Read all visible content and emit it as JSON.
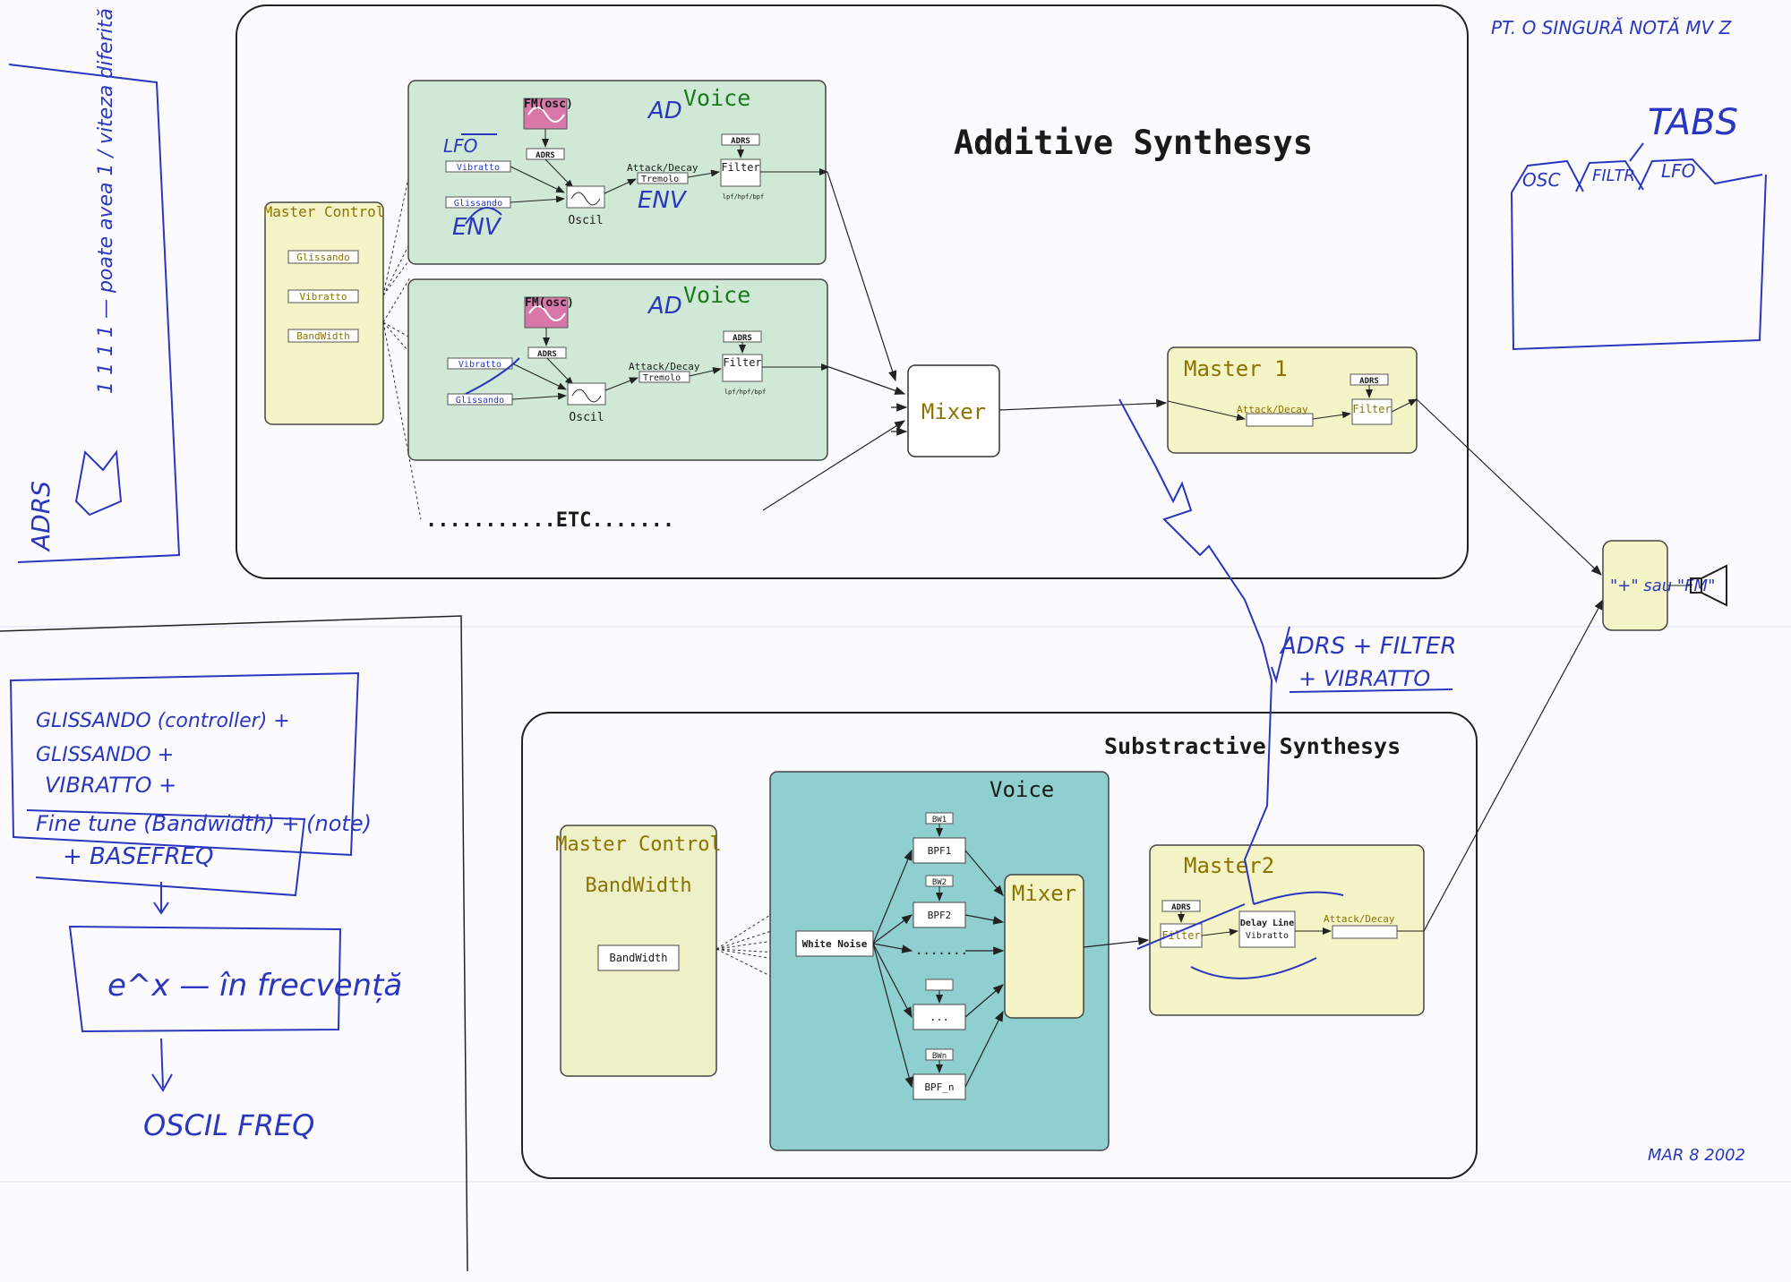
{
  "handwritten": {
    "top_note": "PT. O SINGURĂ NOTĂ MV Z",
    "tabs_title": "TABS",
    "tabs": [
      "OSC",
      "FILTR",
      "LFO"
    ],
    "left_vertical": "1 1 1 1 — poate avea 1 / viteza diferită",
    "adrs": "ADRS",
    "formula_1": "GLISSANDO (controller) +",
    "formula_2": "GLISSANDO +",
    "formula_3": "VIBRATTO +",
    "formula_4": "Fine tune (Bandwidth) + (note)",
    "formula_5": "+ BASEFREQ",
    "exp_box": "e^x — în frecvență",
    "oscil_freq": "OSCIL FREQ",
    "lfo_label": "LFO",
    "env_label_1": "ENV",
    "env_label_2": "ENV",
    "ad_mark": "AD",
    "output_note": "\"+\" sau \"FM\"",
    "adrs_filter_1": "ADRS + FILTER",
    "adrs_filter_2": "+ VIBRATTO",
    "date": "MAR 8 2002"
  },
  "additive": {
    "title": "Additive Synthesys",
    "master_control": {
      "title": "Master Control",
      "items": [
        "Glissando",
        "Vibratto",
        "BandWidth"
      ]
    },
    "voices": [
      {
        "title": "Voice",
        "fm": "FM(osc)",
        "adrs": "ADRS",
        "vibratto": "Vibratto",
        "glissando": "Glissando",
        "oscil": "Oscil",
        "attack": "Attack/Decay",
        "tremolo": "Tremolo",
        "adrs2": "ADRS",
        "filter": "Filter",
        "filter_types": "lpf/hpf/bpf"
      },
      {
        "title": "Voice",
        "fm": "FM(osc)",
        "adrs": "ADRS",
        "vibratto": "Vibratto",
        "glissando": "Glissando",
        "oscil": "Oscil",
        "attack": "Attack/Decay",
        "tremolo": "Tremolo",
        "adrs2": "ADRS",
        "filter": "Filter",
        "filter_types": "lpf/hpf/bpf"
      }
    ],
    "etc": "...........ETC.......",
    "mixer": "Mixer",
    "master1": {
      "title": "Master 1",
      "adrs": "ADRS",
      "attack": "Attack/Decay",
      "filter": "Filter"
    }
  },
  "subtractive": {
    "title": "Substractive Synthesys",
    "master_control": {
      "title": "Master Control",
      "subtitle": "BandWidth",
      "item": "BandWidth"
    },
    "voice": {
      "title": "Voice",
      "white_noise": "White Noise",
      "bw1": "BW1",
      "bpf1": "BPF1",
      "bw2": "BW2",
      "bpf2": "BPF2",
      "dots": ".......",
      "dots2": "...",
      "bwn": "BWn",
      "bpfn": "BPF_n",
      "mixer": "Mixer"
    },
    "master2": {
      "title": "Master2",
      "adrs": "ADRS",
      "filter": "Filter",
      "delay": "Delay Line",
      "vibratto": "Vibratto",
      "attack": "Attack/Decay"
    }
  },
  "colors": {
    "voice_green": "#cfe9d6",
    "master_yellow": "#f4f4c6",
    "sub_voice_teal": "#8fcfcf",
    "fm_pink": "#d878a8",
    "ink_blue": "#2a36c0",
    "dark_text": "#1a1a1a",
    "olive_text": "#8a7400"
  }
}
